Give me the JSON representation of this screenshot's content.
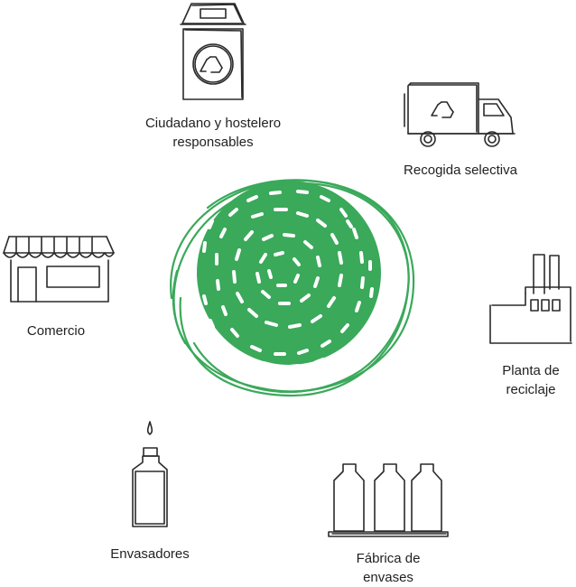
{
  "stages": [
    {
      "id": "ciudadano",
      "lines": [
        "Ciudadano y hostelero",
        "responsables"
      ],
      "icon": "recycling-bin-icon"
    },
    {
      "id": "recogida",
      "lines": [
        "Recogida selectiva"
      ],
      "icon": "recycling-truck-icon"
    },
    {
      "id": "planta",
      "lines": [
        "Planta de",
        "reciclaje"
      ],
      "icon": "factory-icon"
    },
    {
      "id": "fabrica",
      "lines": [
        "Fábrica de",
        "envases"
      ],
      "icon": "bottles-icon"
    },
    {
      "id": "envasadores",
      "lines": [
        "Envasadores"
      ],
      "icon": "dropper-bottle-icon"
    },
    {
      "id": "comercio",
      "lines": [
        "Comercio"
      ],
      "icon": "shop-icon"
    }
  ],
  "colors": {
    "accent": "#3aa95a",
    "ink": "#2a2a2a",
    "background": "#ffffff"
  },
  "center": {
    "icon": "green-recycling-circle-icon"
  }
}
